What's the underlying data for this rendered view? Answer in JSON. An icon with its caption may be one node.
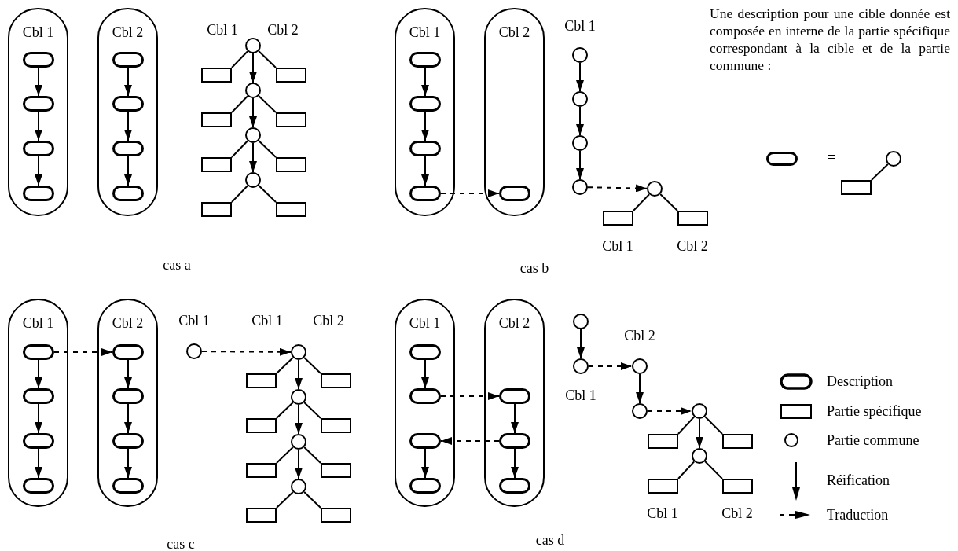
{
  "diagram": {
    "nodes": [
      {
        "text": [
          "Cbl 1"
        ]
      },
      {
        "text": [],
        "shape": "pill",
        "in": 0
      },
      {
        "text": [],
        "shape": "pill",
        "in": 0
      },
      {
        "text": [],
        "shape": "pill",
        "in": 0
      },
      {
        "text": [],
        "shape": "pill",
        "in": 0
      },
      {
        "text": [
          "Cbl 2"
        ]
      },
      {
        "text": [],
        "shape": "pill",
        "in": 5
      },
      {
        "text": [],
        "shape": "pill",
        "in": 5
      },
      {
        "text": [],
        "shape": "pill",
        "in": 5
      },
      {
        "text": [],
        "shape": "pill",
        "in": 5
      },
      {
        "text": [],
        "shape": "circle"
      },
      {
        "text": [],
        "shape": "circle"
      },
      {
        "text": [],
        "shape": "circle"
      },
      {
        "text": [],
        "shape": "circle"
      },
      {
        "text": [],
        "shape": "box"
      },
      {
        "text": [],
        "shape": "box"
      },
      {
        "text": [],
        "shape": "box"
      },
      {
        "text": [],
        "shape": "box"
      },
      {
        "text": [],
        "shape": "box"
      },
      {
        "text": [],
        "shape": "box"
      },
      {
        "text": [],
        "shape": "box"
      },
      {
        "text": [],
        "shape": "box"
      },
      {
        "text": [
          "Cbl 1"
        ]
      },
      {
        "text": [],
        "shape": "pill",
        "in": 22
      },
      {
        "text": [],
        "shape": "pill",
        "in": 22
      },
      {
        "text": [],
        "shape": "pill",
        "in": 22
      },
      {
        "text": [],
        "shape": "pill",
        "in": 22
      },
      {
        "text": [
          "Cbl 2"
        ]
      },
      {
        "text": [],
        "shape": "pill",
        "in": 27
      },
      {
        "text": [],
        "shape": "circle"
      },
      {
        "text": [],
        "shape": "circle"
      },
      {
        "text": [],
        "shape": "circle"
      },
      {
        "text": [],
        "shape": "circle"
      },
      {
        "text": [],
        "shape": "circle"
      },
      {
        "text": [],
        "shape": "box"
      },
      {
        "text": [],
        "shape": "box"
      },
      {
        "text": [],
        "shape": "pill"
      },
      {
        "text": [],
        "shape": "circle"
      },
      {
        "text": [],
        "shape": "box"
      },
      {
        "text": [
          "Cbl 1"
        ]
      },
      {
        "text": [],
        "shape": "pill",
        "in": 39
      },
      {
        "text": [],
        "shape": "pill",
        "in": 39
      },
      {
        "text": [],
        "shape": "pill",
        "in": 39
      },
      {
        "text": [],
        "shape": "pill",
        "in": 39
      },
      {
        "text": [
          "Cbl 2"
        ]
      },
      {
        "text": [],
        "shape": "pill",
        "in": 44
      },
      {
        "text": [],
        "shape": "pill",
        "in": 44
      },
      {
        "text": [],
        "shape": "pill",
        "in": 44
      },
      {
        "text": [],
        "shape": "pill",
        "in": 44
      },
      {
        "text": [],
        "shape": "circle"
      },
      {
        "text": [],
        "shape": "circle"
      },
      {
        "text": [],
        "shape": "circle"
      },
      {
        "text": [],
        "shape": "circle"
      },
      {
        "text": [],
        "shape": "circle"
      },
      {
        "text": [],
        "shape": "box"
      },
      {
        "text": [],
        "shape": "box"
      },
      {
        "text": [],
        "shape": "box"
      },
      {
        "text": [],
        "shape": "box"
      },
      {
        "text": [],
        "shape": "box"
      },
      {
        "text": [],
        "shape": "box"
      },
      {
        "text": [],
        "shape": "box"
      },
      {
        "text": [],
        "shape": "box"
      },
      {
        "text": [
          "Cbl 1"
        ]
      },
      {
        "text": [],
        "shape": "pill",
        "in": 62
      },
      {
        "text": [],
        "shape": "pill",
        "in": 62
      },
      {
        "text": [],
        "shape": "pill",
        "in": 62
      },
      {
        "text": [],
        "shape": "pill",
        "in": 62
      },
      {
        "text": [
          "Cbl 2"
        ]
      },
      {
        "text": [],
        "shape": "pill",
        "in": 67
      },
      {
        "text": [],
        "shape": "pill",
        "in": 67
      },
      {
        "text": [],
        "shape": "pill",
        "in": 67
      },
      {
        "text": [],
        "shape": "circle"
      },
      {
        "text": [],
        "shape": "circle"
      },
      {
        "text": [],
        "shape": "circle"
      },
      {
        "text": [],
        "shape": "circle"
      },
      {
        "text": [],
        "shape": "circle"
      },
      {
        "text": [],
        "shape": "circle"
      },
      {
        "text": [],
        "shape": "box"
      },
      {
        "text": [],
        "shape": "box"
      },
      {
        "text": [],
        "shape": "box"
      },
      {
        "text": [],
        "shape": "box"
      }
    ],
    "edges": [
      {
        "from": 1,
        "to": 2,
        "arrow": "to"
      },
      {
        "from": 2,
        "to": 3,
        "arrow": "to"
      },
      {
        "from": 3,
        "to": 4,
        "arrow": "to"
      },
      {
        "from": 6,
        "to": 7,
        "arrow": "to"
      },
      {
        "from": 7,
        "to": 8,
        "arrow": "to"
      },
      {
        "from": 8,
        "to": 9,
        "arrow": "to"
      },
      {
        "from": 10,
        "to": 11,
        "arrow": "to"
      },
      {
        "from": 11,
        "to": 12,
        "arrow": "to"
      },
      {
        "from": 12,
        "to": 13,
        "arrow": "to"
      },
      {
        "from": 10,
        "to": 14,
        "arrow": "none"
      },
      {
        "from": 10,
        "to": 15,
        "arrow": "none"
      },
      {
        "from": 11,
        "to": 16,
        "arrow": "none"
      },
      {
        "from": 11,
        "to": 17,
        "arrow": "none"
      },
      {
        "from": 12,
        "to": 18,
        "arrow": "none"
      },
      {
        "from": 12,
        "to": 19,
        "arrow": "none"
      },
      {
        "from": 13,
        "to": 20,
        "arrow": "none"
      },
      {
        "from": 13,
        "to": 21,
        "arrow": "none"
      },
      {
        "from": 23,
        "to": 24,
        "arrow": "to"
      },
      {
        "from": 24,
        "to": 25,
        "arrow": "to"
      },
      {
        "from": 25,
        "to": 26,
        "arrow": "to"
      },
      {
        "from": 26,
        "to": 28,
        "arrow": "to",
        "style": "dashed"
      },
      {
        "from": 29,
        "to": 30,
        "arrow": "to"
      },
      {
        "from": 30,
        "to": 31,
        "arrow": "to"
      },
      {
        "from": 31,
        "to": 32,
        "arrow": "to"
      },
      {
        "from": 32,
        "to": 33,
        "arrow": "to",
        "style": "dashed"
      },
      {
        "from": 33,
        "to": 34,
        "arrow": "none"
      },
      {
        "from": 33,
        "to": 35,
        "arrow": "none"
      },
      {
        "from": 37,
        "to": 38,
        "arrow": "none"
      },
      {
        "from": 40,
        "to": 41,
        "arrow": "to"
      },
      {
        "from": 41,
        "to": 42,
        "arrow": "to"
      },
      {
        "from": 42,
        "to": 43,
        "arrow": "to"
      },
      {
        "from": 45,
        "to": 46,
        "arrow": "to"
      },
      {
        "from": 46,
        "to": 47,
        "arrow": "to"
      },
      {
        "from": 47,
        "to": 48,
        "arrow": "to"
      },
      {
        "from": 40,
        "to": 45,
        "arrow": "to",
        "style": "dashed"
      },
      {
        "from": 49,
        "to": 50,
        "arrow": "to",
        "style": "dashed"
      },
      {
        "from": 50,
        "to": 51,
        "arrow": "to"
      },
      {
        "from": 51,
        "to": 52,
        "arrow": "to"
      },
      {
        "from": 52,
        "to": 53,
        "arrow": "to"
      },
      {
        "from": 50,
        "to": 54,
        "arrow": "none"
      },
      {
        "from": 50,
        "to": 55,
        "arrow": "none"
      },
      {
        "from": 51,
        "to": 56,
        "arrow": "none"
      },
      {
        "from": 51,
        "to": 57,
        "arrow": "none"
      },
      {
        "from": 52,
        "to": 58,
        "arrow": "none"
      },
      {
        "from": 52,
        "to": 59,
        "arrow": "none"
      },
      {
        "from": 53,
        "to": 60,
        "arrow": "none"
      },
      {
        "from": 53,
        "to": 61,
        "arrow": "none"
      },
      {
        "from": 63,
        "to": 64,
        "arrow": "to"
      },
      {
        "from": 64,
        "to": 68,
        "arrow": "to",
        "style": "dashed"
      },
      {
        "from": 68,
        "to": 69,
        "arrow": "to"
      },
      {
        "from": 69,
        "to": 65,
        "arrow": "to",
        "style": "dashed"
      },
      {
        "from": 65,
        "to": 66,
        "arrow": "to"
      },
      {
        "from": 69,
        "to": 70,
        "arrow": "to"
      },
      {
        "from": 71,
        "to": 72,
        "arrow": "to"
      },
      {
        "from": 72,
        "to": 73,
        "arrow": "to",
        "style": "dashed"
      },
      {
        "from": 73,
        "to": 74,
        "arrow": "to"
      },
      {
        "from": 74,
        "to": 75,
        "arrow": "to",
        "style": "dashed"
      },
      {
        "from": 75,
        "to": 76,
        "arrow": "to"
      },
      {
        "from": 75,
        "to": 77,
        "arrow": "none"
      },
      {
        "from": 75,
        "to": 78,
        "arrow": "none"
      },
      {
        "from": 76,
        "to": 79,
        "arrow": "none"
      },
      {
        "from": 76,
        "to": 80,
        "arrow": "none"
      }
    ],
    "labels": [
      "Cbl 1",
      "Cbl 2",
      "Cbl 1",
      "Une description pour une cible donnée est composée en interne de la partie spécifique correspondant à la cible et de la partie commune :",
      "=",
      "Cbl 1",
      "Cbl 2",
      "cas a",
      "cas b",
      "Cbl 1",
      "Cbl 1",
      "Cbl 2",
      "Cbl 2",
      "Cbl 1",
      "Cbl 1",
      "Cbl 2",
      "cas c",
      "cas d"
    ],
    "legend": [
      {
        "text": "Description"
      },
      {
        "text": "Partie spécifique"
      },
      {
        "text": "Partie commune"
      },
      {
        "text": "Réification"
      },
      {
        "text": "Traduction"
      }
    ]
  }
}
